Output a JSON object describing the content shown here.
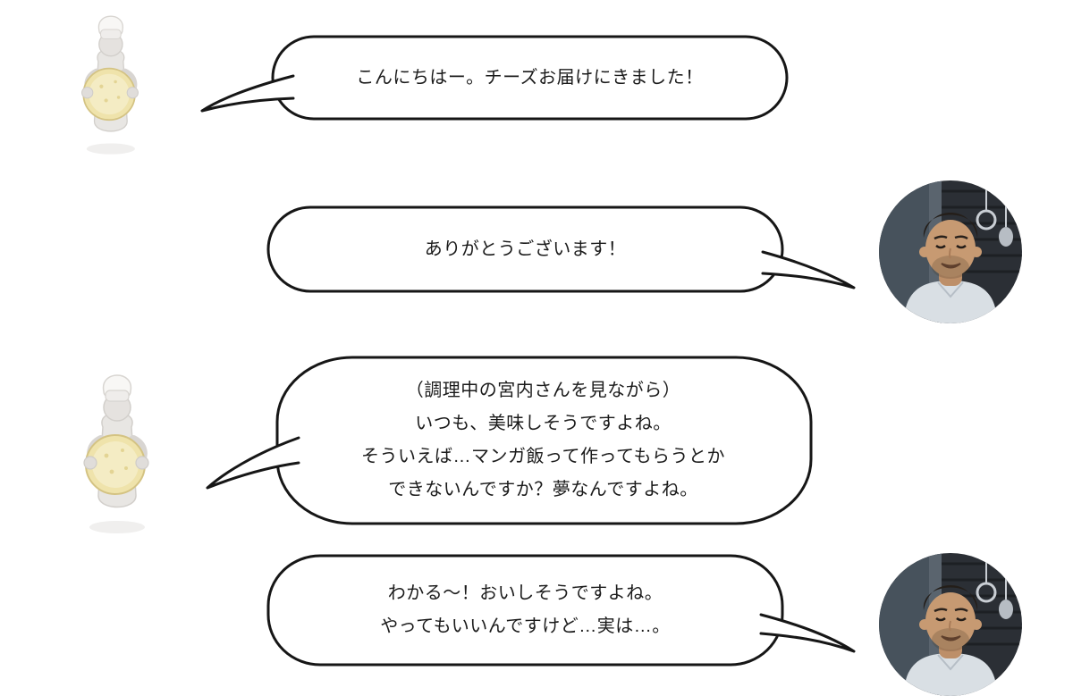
{
  "page": {
    "background": "#ffffff",
    "bubble_fill": "#ffffff",
    "bubble_outline": "#161616",
    "text_color": "#1b1b1b"
  },
  "icons": {
    "left_speaker": "cheese-chef-figurine-avatar",
    "right_speaker": "man-photo-avatar"
  },
  "conversation": {
    "messages": [
      {
        "speaker_icon": "cheese-chef-figurine-avatar",
        "side": "left",
        "lines": [
          "こんにちはー。チーズお届けにきました！"
        ]
      },
      {
        "speaker_icon": "man-photo-avatar",
        "side": "right",
        "lines": [
          "ありがとうございます！"
        ]
      },
      {
        "speaker_icon": "cheese-chef-figurine-avatar",
        "side": "left",
        "lines": [
          "（調理中の宮内さんを見ながら）",
          "いつも、美味しそうですよね。",
          "そういえば…マンガ飯って作ってもらうとか",
          "できないんですか？夢なんですよね。"
        ]
      },
      {
        "speaker_icon": "man-photo-avatar",
        "side": "right",
        "lines": [
          "わかる〜！おいしそうですよね。",
          "やってもいいんですけど…実は…。"
        ]
      }
    ]
  }
}
